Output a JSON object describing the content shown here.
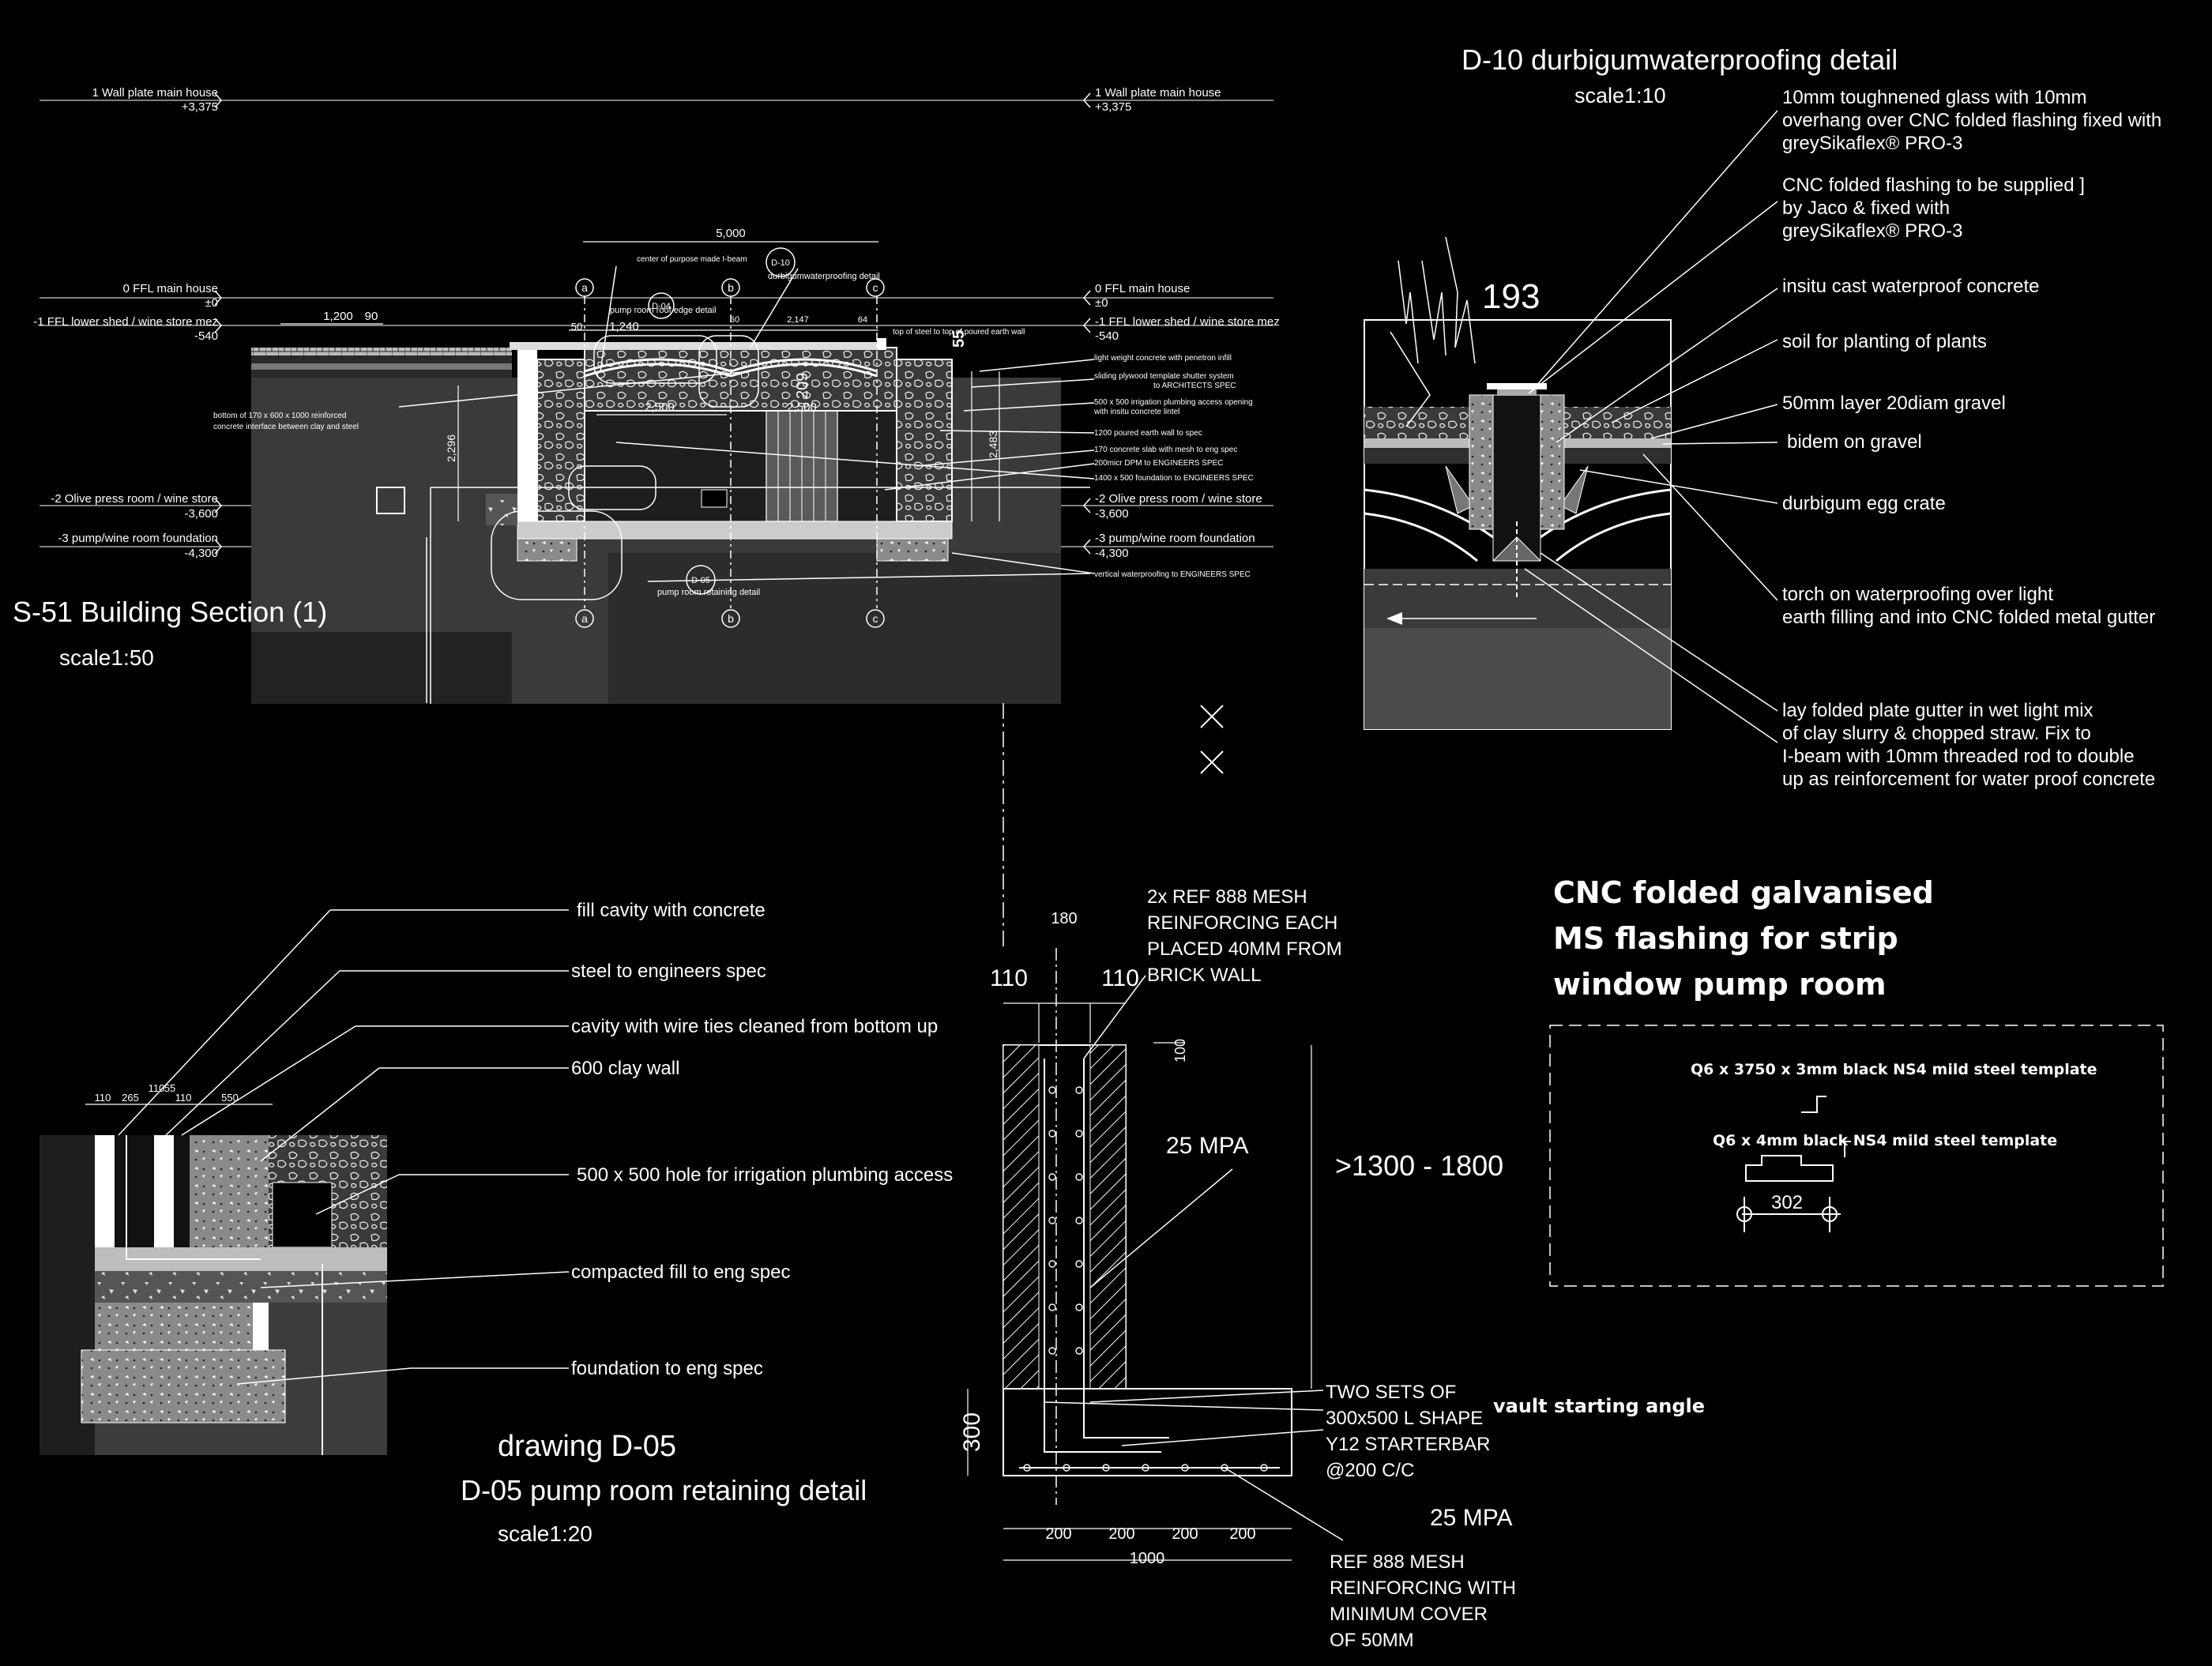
{
  "s51": {
    "title": "S-51 Building Section (1)",
    "scale": "scale1:50",
    "levels": [
      {
        "name": "1 Wall plate main house",
        "value": "+3,375"
      },
      {
        "name": "0 FFL main house",
        "value": "±0"
      },
      {
        "name": "-1 FFL lower shed / wine store mez",
        "value": "-540"
      },
      {
        "name": "-2 Olive press room / wine store",
        "value": "-3,600"
      },
      {
        "name": "-3 pump/wine room foundation",
        "value": "-4,300"
      }
    ],
    "dims": {
      "d5000": "5,000",
      "d1200": "1,200",
      "d90": "90",
      "d50": "50",
      "d1240": "1,240",
      "d60": "60",
      "d2147": "2,147",
      "d64": "64",
      "d55": "55",
      "d209": "209",
      "d2500a": "2,500",
      "d2500b": "2,500",
      "d2296": "2,296",
      "d2483": "2,483"
    },
    "grid": {
      "a": "a",
      "b": "b",
      "c": "c"
    },
    "tags": {
      "d10": "D-10",
      "d10sub": "durbigumwaterproofing detail",
      "d04": "D-04",
      "d04sub": "pump room roof edge detail",
      "d05": "D-05",
      "d05sub": "pump room retaining detail"
    },
    "notes": {
      "ibeam": "center of purpose made I-beam",
      "topsteel": "top of steel to top of poured earth wall",
      "bottom1": "bottom of 170 x 600 x 1000 reinforced",
      "bottom2": "concrete interface between clay and steel",
      "r1": "light weight concrete with penetron infill",
      "r2a": "sliding plywood template shutter system",
      "r2b": "to ARCHITECTS SPEC",
      "r3a": "500 x 500 irrigation plumbing access opening",
      "r3b": "with insitu concrete lintel",
      "r4": "1200 poured earth wall to spec",
      "r5": "170 concrete slab with mesh to eng spec",
      "r6": "200micr DPM to ENGINEERS SPEC",
      "r7": "1400 x 500 foundation to ENGINEERS SPEC",
      "r8": "vertical waterproofing to ENGINEERS SPEC"
    }
  },
  "d10": {
    "title": "D-10 durbigumwaterproofing detail",
    "scale": "scale1:10",
    "dim": "193",
    "notes": [
      [
        "10mm toughnened glass with 10mm",
        "overhang over CNC folded flashing fixed with",
        "greySikaflex® PRO-3"
      ],
      [
        "CNC folded flashing to be supplied ]",
        "by Jaco & fixed with",
        "greySikaflex® PRO-3"
      ],
      [
        "insitu cast waterproof concrete"
      ],
      [
        "soil for planting of plants"
      ],
      [
        "50mm layer 20diam gravel"
      ],
      [
        "bidem on gravel"
      ],
      [
        "durbigum egg crate"
      ],
      [
        "torch on waterproofing over light",
        "earth filling and into CNC folded metal gutter"
      ],
      [
        "lay folded plate gutter in wet light mix",
        "of clay slurry & chopped straw. Fix to",
        "I-beam with 10mm threaded rod to double",
        "up as reinforcement for water proof concrete"
      ]
    ]
  },
  "d05": {
    "title": "drawing D-05",
    "subtitle": "D-05 pump room retaining detail",
    "scale": "scale1:20",
    "dims": {
      "d110a": "110",
      "d265": "265",
      "d110b": "110",
      "d55": "55",
      "d110c": "110",
      "d550": "550"
    },
    "notes": [
      "fill cavity with concrete",
      "steel to engineers spec",
      "cavity with wire ties cleaned from bottom up",
      "600 clay wall",
      "500 x 500 hole for irrigation plumbing access",
      "compacted fill to eng spec",
      "foundation to eng spec"
    ]
  },
  "wall": {
    "d180": "180",
    "d110l": "110",
    "d110r": "110",
    "d100": "100",
    "mesh": [
      "2x REF 888 MESH",
      "REINFORCING EACH",
      "PLACED 40MM FROM",
      "BRICK WALL"
    ],
    "mpa1": "25  MPA",
    "height": ">1300 - 1800",
    "starter": [
      "TWO SETS OF",
      "300x500 L SHAPE",
      "Y12 STARTERBAR",
      "@200 C/C"
    ],
    "vault": "vault starting angle",
    "d300": "300",
    "mpa2": "25  MPA",
    "bottom_mesh": [
      "REF 888 MESH",
      "REINFORCING WITH",
      "MINIMUM COVER",
      "OF 50MM"
    ],
    "d200a": "200",
    "d200b": "200",
    "d200c": "200",
    "d200d": "200",
    "d1000": "1000"
  },
  "cnc": {
    "title": [
      "CNC folded galvanised",
      "MS flashing for strip",
      "window pump room"
    ],
    "t1": "Q6 x 3750 x 3mm black NS4 mild steel template",
    "t2": "Q6 x 4mm black NS4 mild steel template",
    "dim": "302"
  },
  "colors": {
    "background": "#000000",
    "line": "#ffffff",
    "fill_dark": "#444444",
    "fill_mid": "#6a6a6a",
    "fill_light": "#9a9a9a"
  }
}
